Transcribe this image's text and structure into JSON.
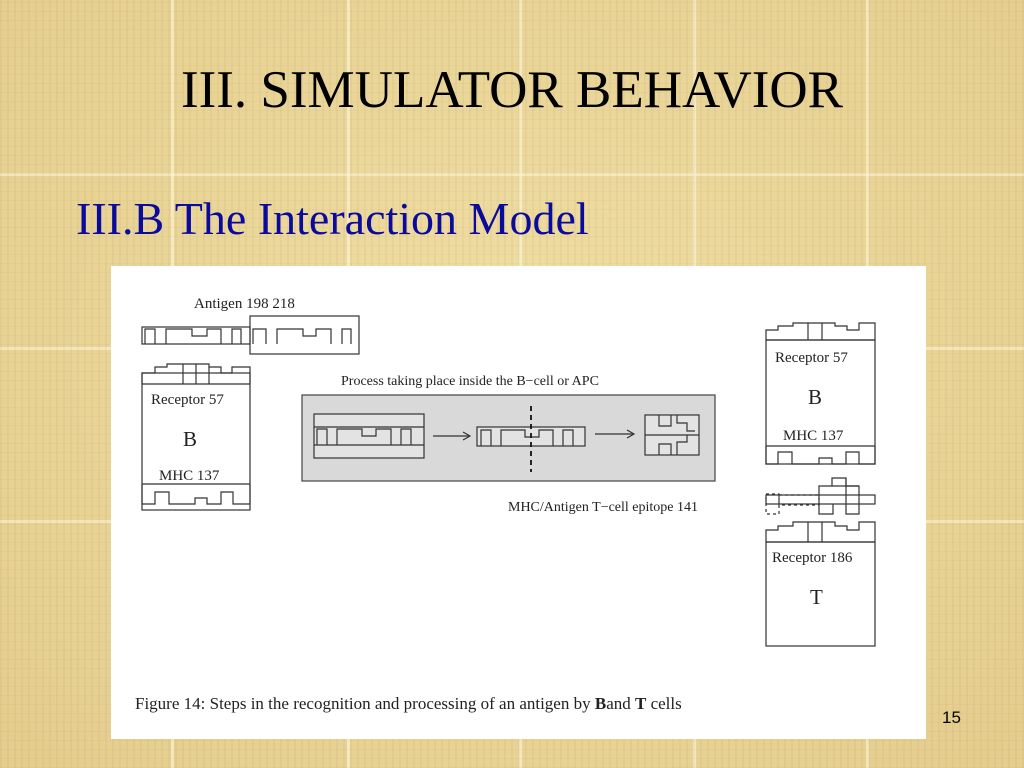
{
  "slide": {
    "title": "III. SIMULATOR BEHAVIOR",
    "subtitle": "III.B The Interaction Model",
    "page_number": "15"
  },
  "figure": {
    "antigen_label": "Antigen 198 218",
    "left_cell": {
      "receptor": "Receptor 57",
      "letter": "B",
      "mhc": "MHC 137"
    },
    "process_label": "Process taking place inside the B−cell or APC",
    "right_b_cell": {
      "receptor": "Receptor 57",
      "letter": "B",
      "mhc": "MHC 137"
    },
    "epitope_label": "MHC/Antigen T−cell epitope 141",
    "right_t_cell": {
      "receptor": "Receptor 186",
      "letter": "T"
    },
    "caption": {
      "prefix": "Figure 14:",
      "text_before": "Steps in the recognition and processing of an antigen by",
      "bold_b": "B",
      "and_word": "and",
      "bold_t": "T",
      "text_after": "cells"
    }
  }
}
